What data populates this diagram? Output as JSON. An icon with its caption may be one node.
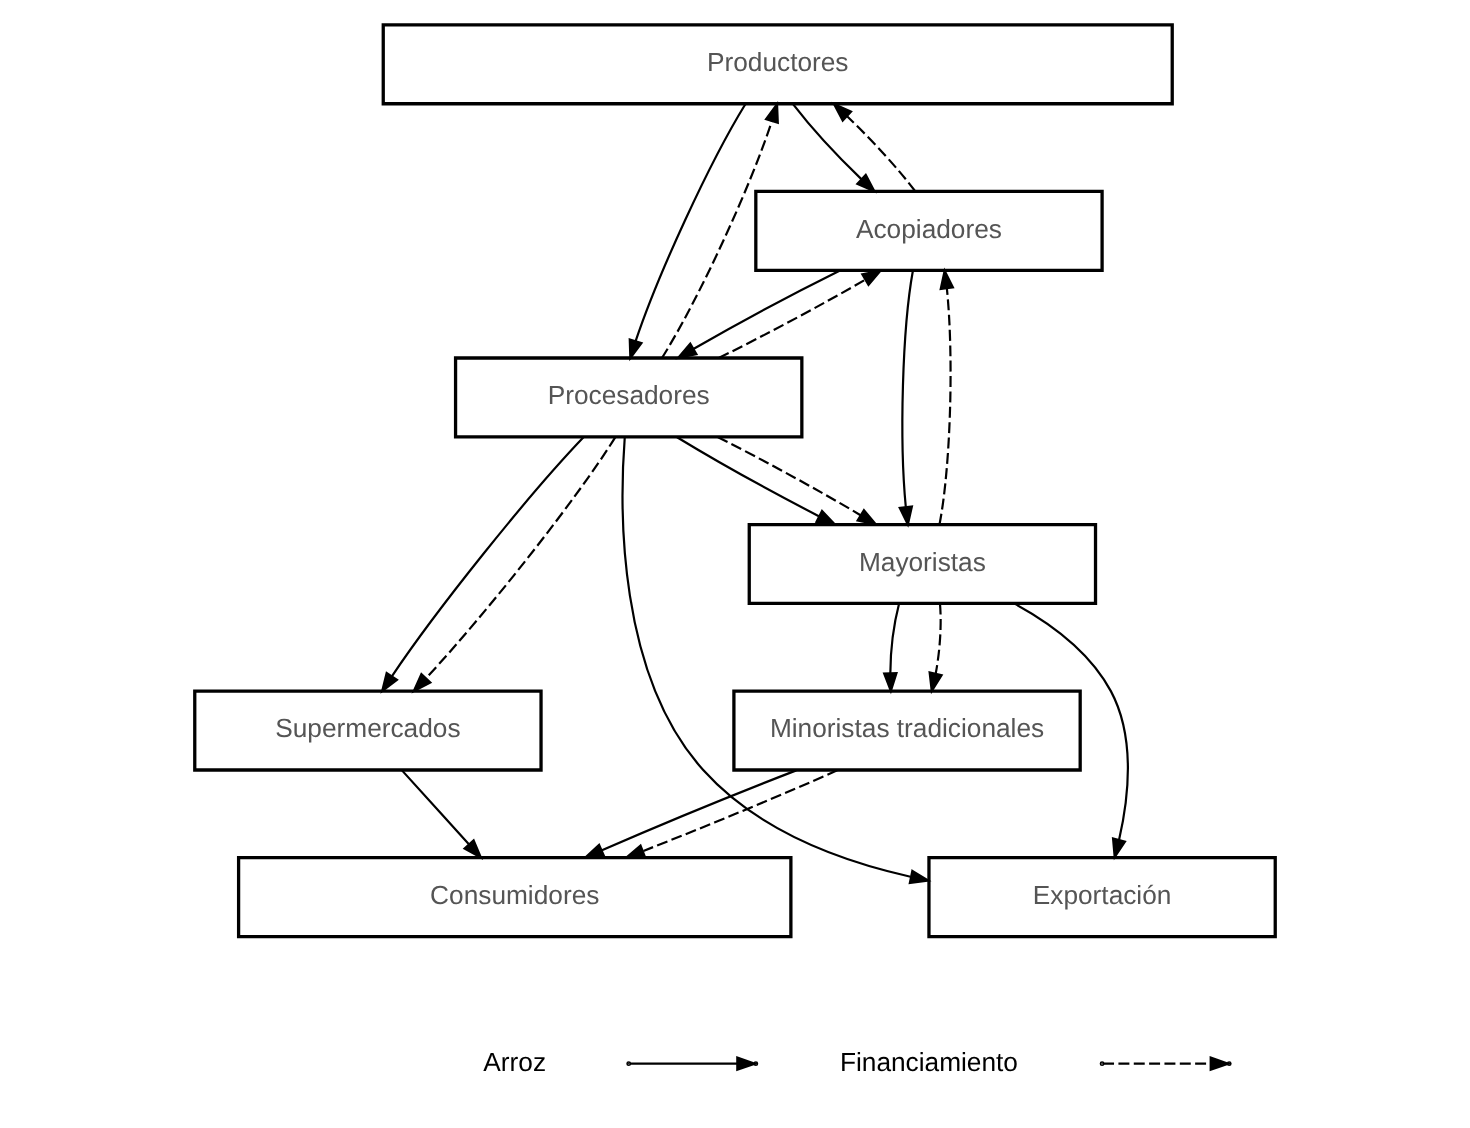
{
  "diagram": {
    "nodes": [
      {
        "text": [
          "Productores"
        ]
      },
      {
        "text": [
          "Acopiadores"
        ]
      },
      {
        "text": [
          "Procesadores"
        ]
      },
      {
        "text": [
          "Mayoristas"
        ]
      },
      {
        "text": [
          "Supermercados"
        ]
      },
      {
        "text": [
          "Minoristas tradicionales"
        ]
      },
      {
        "text": [
          "Consumidores"
        ]
      },
      {
        "text": [
          "Exportación"
        ]
      }
    ],
    "edges": [
      {
        "from": 0,
        "to": 2,
        "arrow": "to"
      },
      {
        "from": 2,
        "to": 0,
        "arrow": "to",
        "style": "dashed"
      },
      {
        "from": 0,
        "to": 1,
        "arrow": "to"
      },
      {
        "from": 1,
        "to": 0,
        "arrow": "to",
        "style": "dashed"
      },
      {
        "from": 1,
        "to": 2,
        "arrow": "to"
      },
      {
        "from": 2,
        "to": 1,
        "arrow": "to",
        "style": "dashed"
      },
      {
        "from": 1,
        "to": 3,
        "arrow": "to"
      },
      {
        "from": 3,
        "to": 1,
        "arrow": "to",
        "style": "dashed"
      },
      {
        "from": 2,
        "to": 3,
        "arrow": "to"
      },
      {
        "from": 2,
        "to": 3,
        "arrow": "to",
        "style": "dashed"
      },
      {
        "from": 2,
        "to": 4,
        "arrow": "to"
      },
      {
        "from": 2,
        "to": 4,
        "arrow": "to",
        "style": "dashed"
      },
      {
        "from": 3,
        "to": 5,
        "arrow": "to"
      },
      {
        "from": 3,
        "to": 5,
        "arrow": "to",
        "style": "dashed"
      },
      {
        "from": 4,
        "to": 6,
        "arrow": "to"
      },
      {
        "from": 5,
        "to": 6,
        "arrow": "to"
      },
      {
        "from": 5,
        "to": 6,
        "arrow": "to",
        "style": "dashed"
      },
      {
        "from": 3,
        "to": 7,
        "arrow": "to"
      },
      {
        "from": 2,
        "to": 7,
        "arrow": "to"
      }
    ],
    "legend": [
      {
        "text": "Arroz"
      },
      {
        "text": "Financiamiento"
      }
    ]
  }
}
